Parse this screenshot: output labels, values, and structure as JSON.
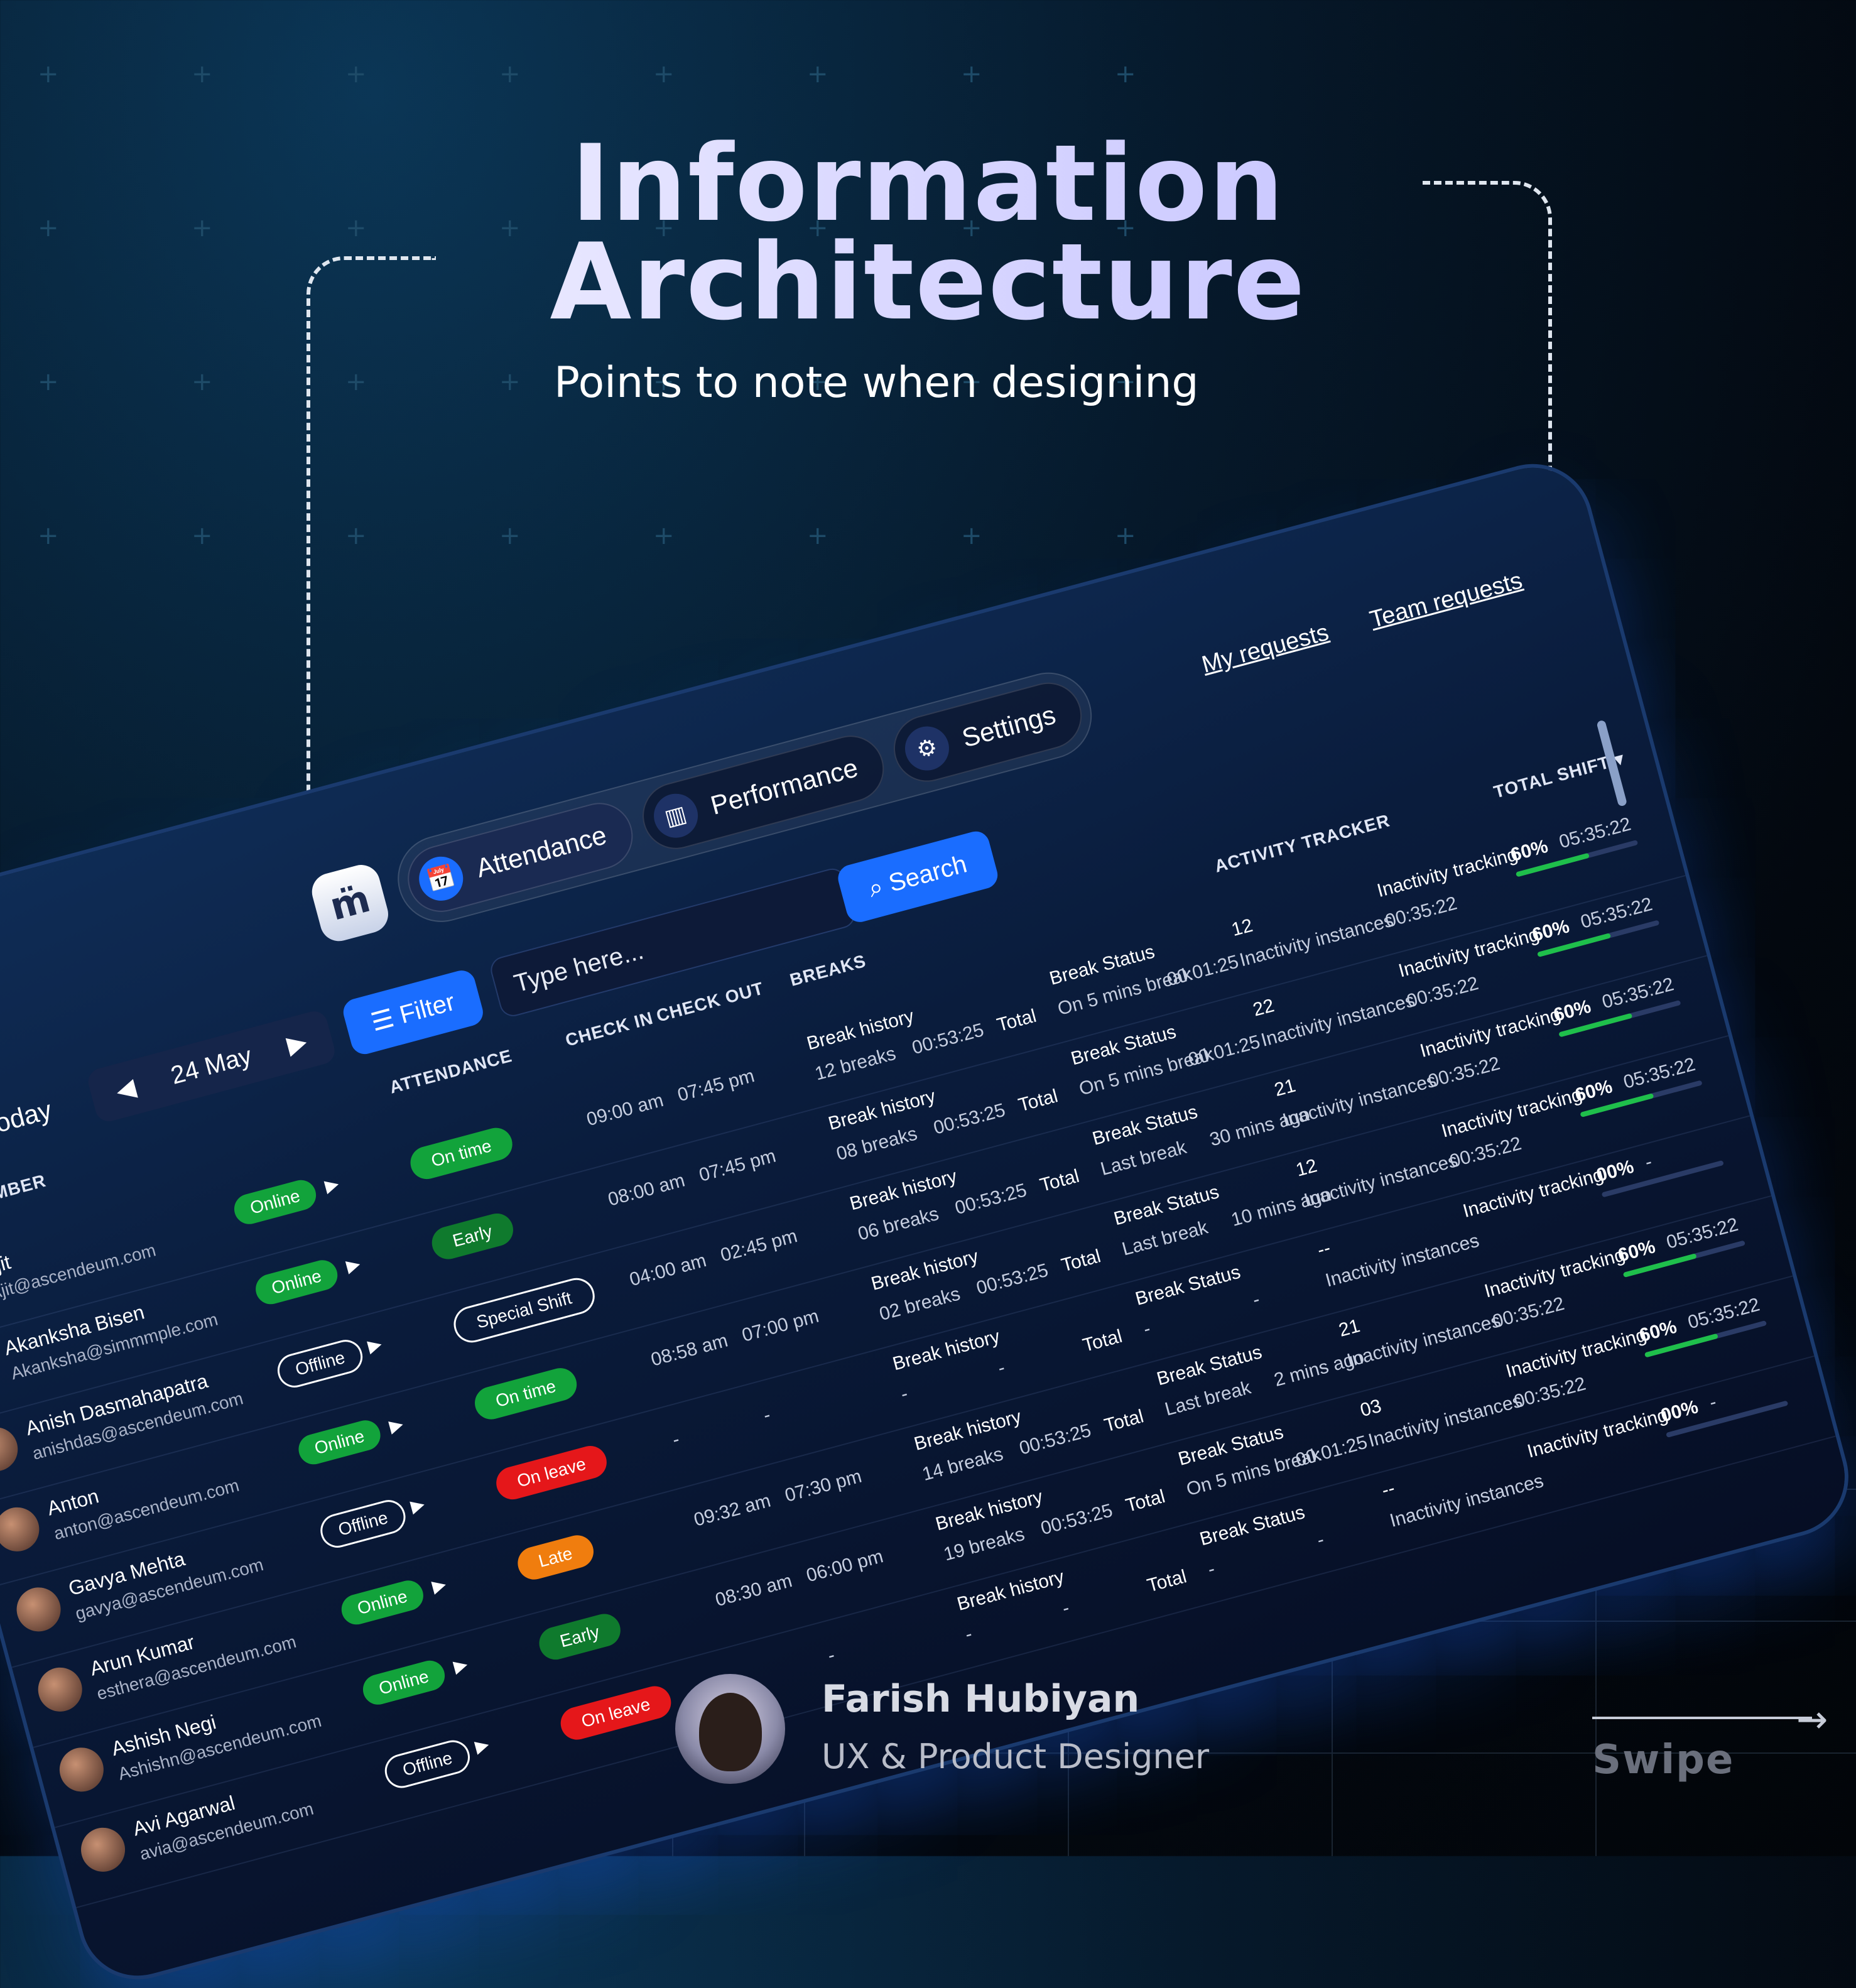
{
  "headline": {
    "line1": "Information",
    "line2": "Architecture",
    "subtitle": "Points to note when designing"
  },
  "nav": {
    "logo": "m̈",
    "tabs": [
      {
        "label": "Attendance",
        "icon": "calendar-icon"
      },
      {
        "label": "Performance",
        "icon": "chart-icon"
      },
      {
        "label": "Settings",
        "icon": "gear-icon"
      }
    ],
    "my_requests": "My requests",
    "team_requests": "Team requests"
  },
  "controls": {
    "today": "Today",
    "date": "24 May",
    "filter": "Filter",
    "search_placeholder": "Type here...",
    "search": "Search"
  },
  "columns": {
    "team_member": "TEAM MEMBER",
    "attendance": "ATTENDANCE",
    "check_in": "CHECK IN",
    "check_out": "CHECK OUT",
    "breaks": "BREAKS",
    "activity_tracker": "ACTIVITY TRACKER",
    "total_shift": "TOTAL SHIFT"
  },
  "labels": {
    "break_history": "Break history",
    "total": "Total",
    "break_status": "Break Status",
    "inactivity_instances": "Inactivity instances",
    "inactivity_tracking": "Inactivity tracking"
  },
  "rows": [
    {
      "name": "Ajit",
      "email": "Ajit@ascendeum.com",
      "status": "Online",
      "attendance": "On time",
      "att_class": "ontime",
      "check_in": "09:00 am",
      "check_out": "07:45 pm",
      "breaks_count": "12 breaks",
      "break_total": "00:53:25",
      "break_state": "On 5 mins break",
      "break_time": "00:01:25",
      "inactivity_count": "12",
      "inactivity_time": "00:35:22",
      "shift_pct": "60%",
      "shift_time": "05:35:22",
      "shift_frac": 0.6
    },
    {
      "name": "Akanksha Bisen",
      "email": "Akanksha@simmmple.com",
      "status": "Online",
      "attendance": "Early",
      "att_class": "early",
      "check_in": "08:00 am",
      "check_out": "07:45 pm",
      "breaks_count": "08 breaks",
      "break_total": "00:53:25",
      "break_state": "On 5 mins break",
      "break_time": "00:01:25",
      "inactivity_count": "22",
      "inactivity_time": "00:35:22",
      "shift_pct": "60%",
      "shift_time": "05:35:22",
      "shift_frac": 0.6
    },
    {
      "name": "Anish Dasmahapatra",
      "email": "anishdas@ascendeum.com",
      "status": "Offline",
      "attendance": "Special Shift",
      "att_class": "special",
      "check_in": "04:00 am",
      "check_out": "02:45 pm",
      "breaks_count": "06 breaks",
      "break_total": "00:53:25",
      "break_state": "Last break",
      "break_time": "30 mins ago",
      "inactivity_count": "21",
      "inactivity_time": "00:35:22",
      "shift_pct": "60%",
      "shift_time": "05:35:22",
      "shift_frac": 0.6
    },
    {
      "name": "Anton",
      "email": "anton@ascendeum.com",
      "status": "Online",
      "attendance": "On time",
      "att_class": "ontime",
      "check_in": "08:58 am",
      "check_out": "07:00 pm",
      "breaks_count": "02 breaks",
      "break_total": "00:53:25",
      "break_state": "Last break",
      "break_time": "10 mins ago",
      "inactivity_count": "12",
      "inactivity_time": "00:35:22",
      "shift_pct": "60%",
      "shift_time": "05:35:22",
      "shift_frac": 0.6
    },
    {
      "name": "Gavya Mehta",
      "email": "gavya@ascendeum.com",
      "status": "Offline",
      "attendance": "On leave",
      "att_class": "leave",
      "check_in": "-",
      "check_out": "-",
      "breaks_count": "-",
      "break_total": "-",
      "break_state": "-",
      "break_time": "-",
      "inactivity_count": "--",
      "inactivity_time": "-",
      "shift_pct": "00%",
      "shift_time": "-",
      "shift_frac": 0
    },
    {
      "name": "Arun Kumar",
      "email": "esthera@ascendeum.com",
      "status": "Online",
      "attendance": "Late",
      "att_class": "late",
      "check_in": "09:32 am",
      "check_out": "07:30 pm",
      "breaks_count": "14 breaks",
      "break_total": "00:53:25",
      "break_state": "Last break",
      "break_time": "2 mins ago",
      "inactivity_count": "21",
      "inactivity_time": "00:35:22",
      "shift_pct": "60%",
      "shift_time": "05:35:22",
      "shift_frac": 0.6
    },
    {
      "name": "Ashish Negi",
      "email": "Ashishn@ascendeum.com",
      "status": "Online",
      "attendance": "Early",
      "att_class": "early",
      "check_in": "08:30 am",
      "check_out": "06:00 pm",
      "breaks_count": "19 breaks",
      "break_total": "00:53:25",
      "break_state": "On 5 mins break",
      "break_time": "00:01:25",
      "inactivity_count": "03",
      "inactivity_time": "00:35:22",
      "shift_pct": "60%",
      "shift_time": "05:35:22",
      "shift_frac": 0.6
    },
    {
      "name": "Avi Agarwal",
      "email": "avia@ascendeum.com",
      "status": "Offline",
      "attendance": "On leave",
      "att_class": "leave",
      "check_in": "-",
      "check_out": "-",
      "breaks_count": "-",
      "break_total": "-",
      "break_state": "-",
      "break_time": "-",
      "inactivity_count": "--",
      "inactivity_time": "-",
      "shift_pct": "00%",
      "shift_time": "-",
      "shift_frac": 0
    }
  ],
  "author": {
    "name": "Farish Hubiyan",
    "role": "UX & Product Designer"
  },
  "swipe": "Swipe",
  "colors": {
    "accent": "#1a6dff",
    "online": "#12a33b",
    "leave": "#e5171a",
    "late": "#f07d0e"
  }
}
